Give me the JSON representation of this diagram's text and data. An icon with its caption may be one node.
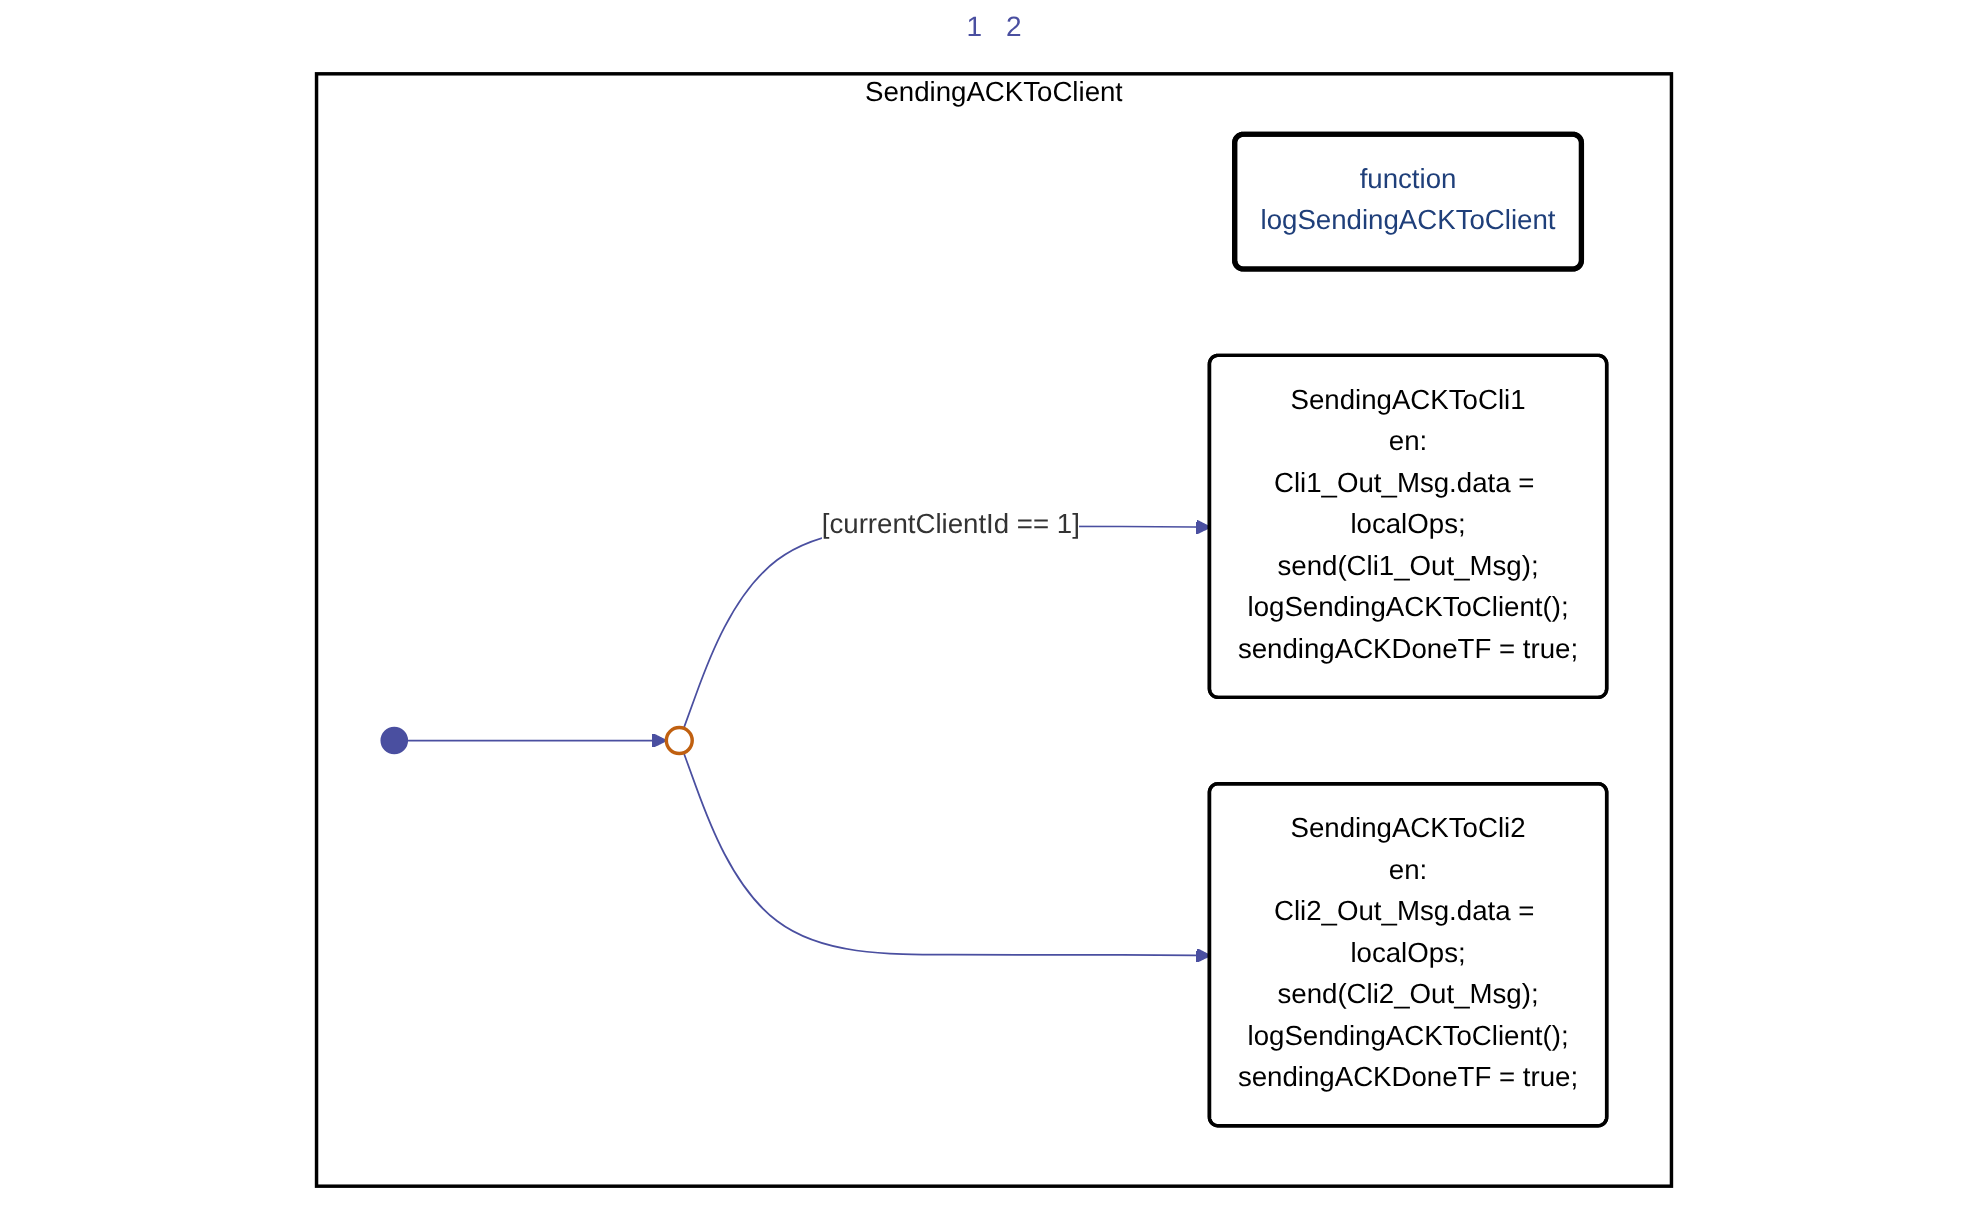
{
  "diagram": {
    "nodes": [
      {
        "text": [
          "SendingACKToClient"
        ]
      },
      {
        "text": [
          "function",
          "logSendingACKToClient"
        ],
        "in": 0
      },
      {
        "text": [],
        "shape": "circle",
        "in": 0
      },
      {
        "text": [],
        "shape": "circle",
        "in": 0
      },
      {
        "text": [
          "SendingACKToCli1",
          "en:",
          "Cli1_Out_Msg.data = localOps;",
          "send(Cli1_Out_Msg);",
          "logSendingACKToClient();",
          "sendingACKDoneTF = true;"
        ],
        "in": 0
      },
      {
        "text": [
          "SendingACKToCli2",
          "en:",
          "Cli2_Out_Msg.data = localOps;",
          "send(Cli2_Out_Msg);",
          "logSendingACKToClient();",
          "sendingACKDoneTF = true;"
        ],
        "in": 0
      }
    ],
    "edges": [
      {
        "from": 2,
        "to": 3,
        "arrow": "to"
      },
      {
        "from": 3,
        "to": 4,
        "arrow": "to",
        "label": "[currentClientId == 1]"
      },
      {
        "from": 3,
        "to": 5,
        "arrow": "to"
      }
    ],
    "labels": [
      "1",
      "2"
    ]
  }
}
